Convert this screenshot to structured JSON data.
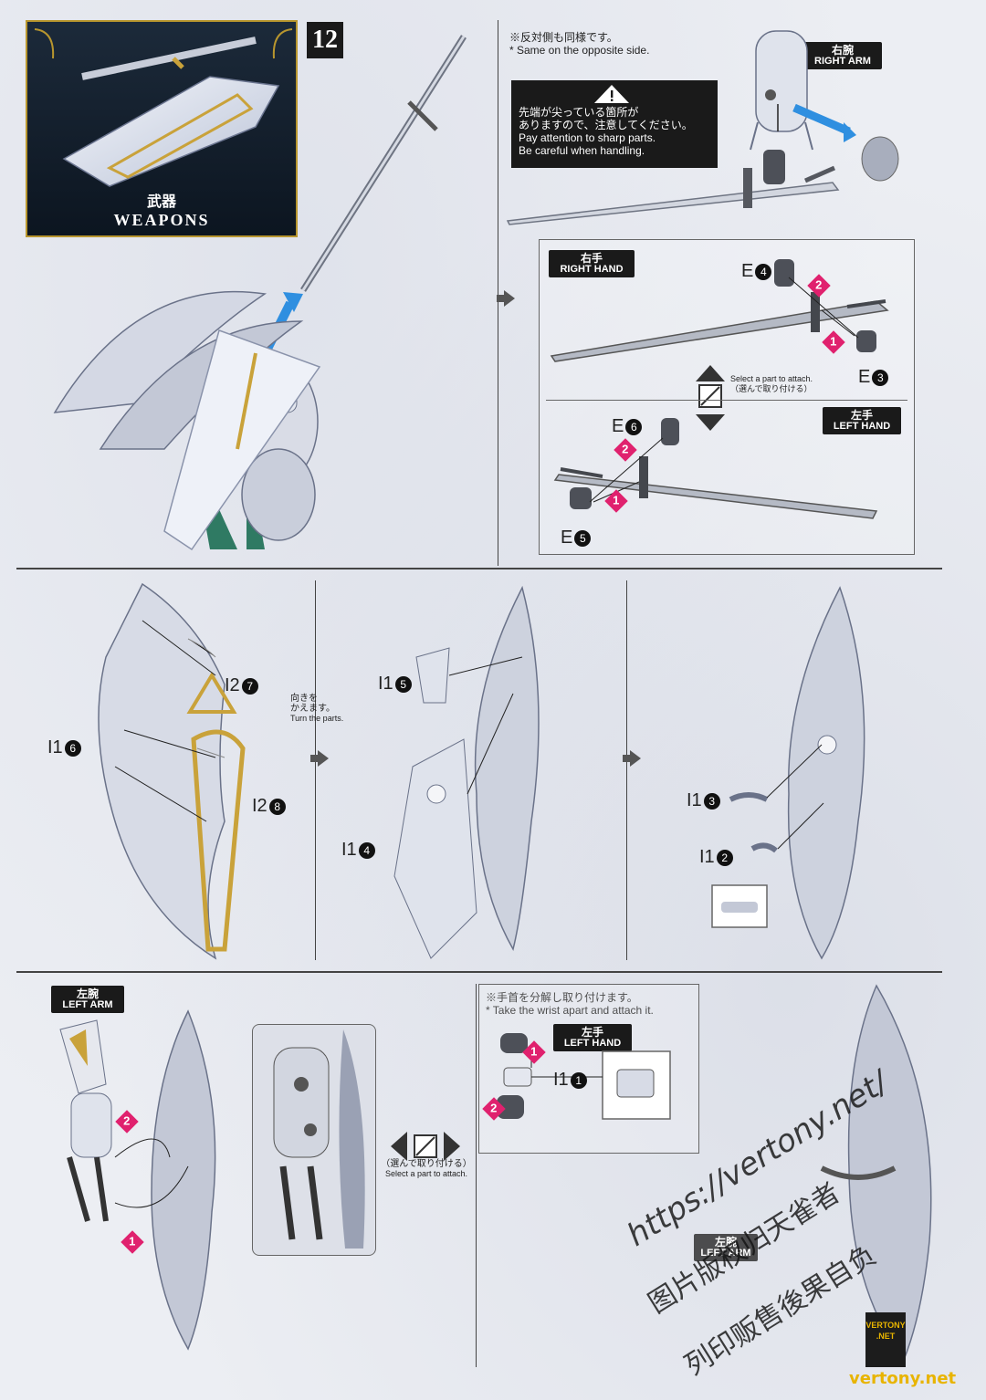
{
  "step": {
    "number": "12"
  },
  "weapons": {
    "jp": "武器",
    "en": "WEAPONS"
  },
  "notes": {
    "opposite_jp": "※反対側も同様です。",
    "opposite_en": "* Same on the opposite side.",
    "warning_jp_1": "先端が尖っている箇所が",
    "warning_jp_2": "ありますので、注意してください。",
    "warning_en_1": "Pay attention to sharp parts.",
    "warning_en_2": "Be careful when handling.",
    "select_en": "Select a part to attach.",
    "select_jp": "（選んで取り付ける）",
    "turn_jp_1": "向きを",
    "turn_jp_2": "かえます。",
    "turn_en": "Turn the parts.",
    "select2_jp": "（選んで取り付ける）",
    "select2_en": "Select a part to attach.",
    "wrist_jp": "※手首を分解し取り付けます。",
    "wrist_en": "* Take the wrist apart and attach it."
  },
  "tags": {
    "right_arm_jp": "右腕",
    "right_arm_en": "RIGHT ARM",
    "right_hand_jp": "右手",
    "right_hand_en": "RIGHT HAND",
    "left_hand_jp": "左手",
    "left_hand_en": "LEFT HAND",
    "left_arm_jp": "左腕",
    "left_arm_en": "LEFT ARM",
    "left_hand2_jp": "左手",
    "left_hand2_en": "LEFT HAND",
    "left_arm2_jp": "左腕",
    "left_arm2_en": "LEFT ARM"
  },
  "parts": {
    "e4": "E",
    "e4_n": "4",
    "e3": "E",
    "e3_n": "3",
    "e6": "E",
    "e6_n": "6",
    "e5": "E",
    "e5_n": "5",
    "i2_7": "I2",
    "i2_7_n": "7",
    "i1_6": "I1",
    "i1_6_n": "6",
    "i2_8": "I2",
    "i2_8_n": "8",
    "i1_5": "I1",
    "i1_5_n": "5",
    "i1_4": "I1",
    "i1_4_n": "4",
    "i1_3": "I1",
    "i1_3_n": "3",
    "i1_2": "I1",
    "i1_2_n": "2",
    "i1_1": "I1",
    "i1_1_n": "1"
  },
  "steps_markers": {
    "one": "1",
    "two": "2"
  },
  "watermarks": {
    "url": "https://vertony.net/",
    "cn1": "图片版权归天雀者",
    "cn2": "列印贩售後果自负",
    "logo_1": "VERTONY",
    "logo_2": ".NET",
    "footer": "vertony.net"
  },
  "colors": {
    "accent_pink": "#e0216e",
    "arrow_blue": "#2f8fe0",
    "gold": "#c9a23a"
  }
}
